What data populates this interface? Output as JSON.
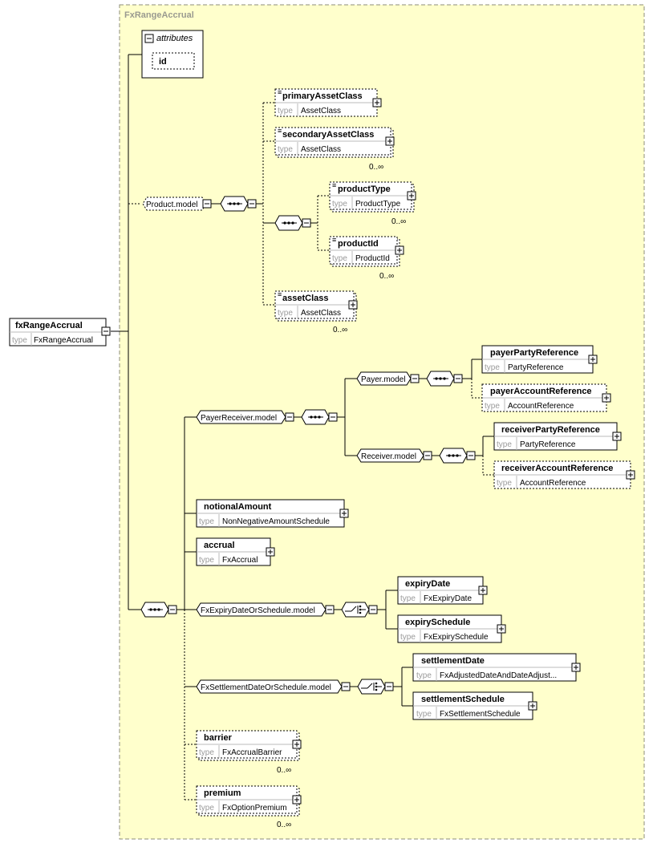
{
  "diagram": {
    "frame_title": "FxRangeAccrual",
    "root": {
      "name": "fxRangeAccrual",
      "type_key": "type",
      "type_value": "FxRangeAccrual"
    },
    "attributes": {
      "label": "attributes",
      "items": [
        "id"
      ]
    },
    "product_model": {
      "label": "Product.model",
      "primaryAssetClass": {
        "name": "primaryAssetClass",
        "type_key": "type",
        "type_value": "AssetClass"
      },
      "secondaryAssetClass": {
        "name": "secondaryAssetClass",
        "type_key": "type",
        "type_value": "AssetClass",
        "cardinality": "0..∞"
      },
      "productType": {
        "name": "productType",
        "type_key": "type",
        "type_value": "ProductType",
        "cardinality": "0..∞"
      },
      "productId": {
        "name": "productId",
        "type_key": "type",
        "type_value": "ProductId",
        "cardinality": "0..∞"
      },
      "assetClass": {
        "name": "assetClass",
        "type_key": "type",
        "type_value": "AssetClass",
        "cardinality": "0..∞"
      }
    },
    "payer_receiver_model": {
      "label": "PayerReceiver.model",
      "payer_model": {
        "label": "Payer.model",
        "payerPartyReference": {
          "name": "payerPartyReference",
          "type_key": "type",
          "type_value": "PartyReference"
        },
        "payerAccountReference": {
          "name": "payerAccountReference",
          "type_key": "type",
          "type_value": "AccountReference"
        }
      },
      "receiver_model": {
        "label": "Receiver.model",
        "receiverPartyReference": {
          "name": "receiverPartyReference",
          "type_key": "type",
          "type_value": "PartyReference"
        },
        "receiverAccountReference": {
          "name": "receiverAccountReference",
          "type_key": "type",
          "type_value": "AccountReference"
        }
      }
    },
    "notionalAmount": {
      "name": "notionalAmount",
      "type_key": "type",
      "type_value": "NonNegativeAmountSchedule"
    },
    "accrual": {
      "name": "accrual",
      "type_key": "type",
      "type_value": "FxAccrual"
    },
    "expiry_model": {
      "label": "FxExpiryDateOrSchedule.model",
      "expiryDate": {
        "name": "expiryDate",
        "type_key": "type",
        "type_value": "FxExpiryDate"
      },
      "expirySchedule": {
        "name": "expirySchedule",
        "type_key": "type",
        "type_value": "FxExpirySchedule"
      }
    },
    "settlement_model": {
      "label": "FxSettlementDateOrSchedule.model",
      "settlementDate": {
        "name": "settlementDate",
        "type_key": "type",
        "type_value": "FxAdjustedDateAndDateAdjust..."
      },
      "settlementSchedule": {
        "name": "settlementSchedule",
        "type_key": "type",
        "type_value": "FxSettlementSchedule"
      }
    },
    "barrier": {
      "name": "barrier",
      "type_key": "type",
      "type_value": "FxAccrualBarrier",
      "cardinality": "0..∞"
    },
    "premium": {
      "name": "premium",
      "type_key": "type",
      "type_value": "FxOptionPremium",
      "cardinality": "0..∞"
    }
  }
}
